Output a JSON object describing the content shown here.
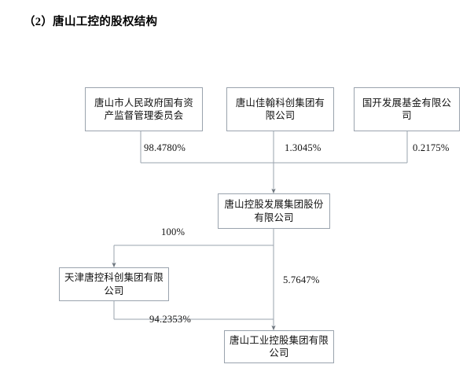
{
  "document": {
    "title": "（2）唐山工控的股权结构"
  },
  "diagram": {
    "type": "equity-structure-chart",
    "line_color": "#9aa3ad",
    "box_border_color": "#9aa3ad",
    "text_color": "#111111",
    "nodes": [
      {
        "id": "sasac",
        "label": "唐山市人民政府国有资产监督管理委员会",
        "tier": "top"
      },
      {
        "id": "jiahan",
        "label": "唐山佳翰科创集团有限公司",
        "tier": "top"
      },
      {
        "id": "guokai",
        "label": "国开发展基金有限公司",
        "tier": "top"
      },
      {
        "id": "tskg",
        "label": "唐山控股发展集团股份有限公司",
        "tier": "middle"
      },
      {
        "id": "tjtk",
        "label": "天津唐控科创集团有限公司",
        "tier": "lower-left"
      },
      {
        "id": "tsgk",
        "label": "唐山工业控股集团有限公司",
        "tier": "bottom"
      }
    ],
    "edges": [
      {
        "from": "sasac",
        "to": "tskg",
        "percent": "98.4780%"
      },
      {
        "from": "jiahan",
        "to": "tskg",
        "percent": "1.3045%"
      },
      {
        "from": "guokai",
        "to": "tskg",
        "percent": "0.2175%"
      },
      {
        "from": "tskg",
        "to": "tjtk",
        "percent": "100%"
      },
      {
        "from": "tskg",
        "to": "tsgk",
        "percent": "5.7647%"
      },
      {
        "from": "tjtk",
        "to": "tsgk",
        "percent": "94.2353%"
      }
    ]
  }
}
